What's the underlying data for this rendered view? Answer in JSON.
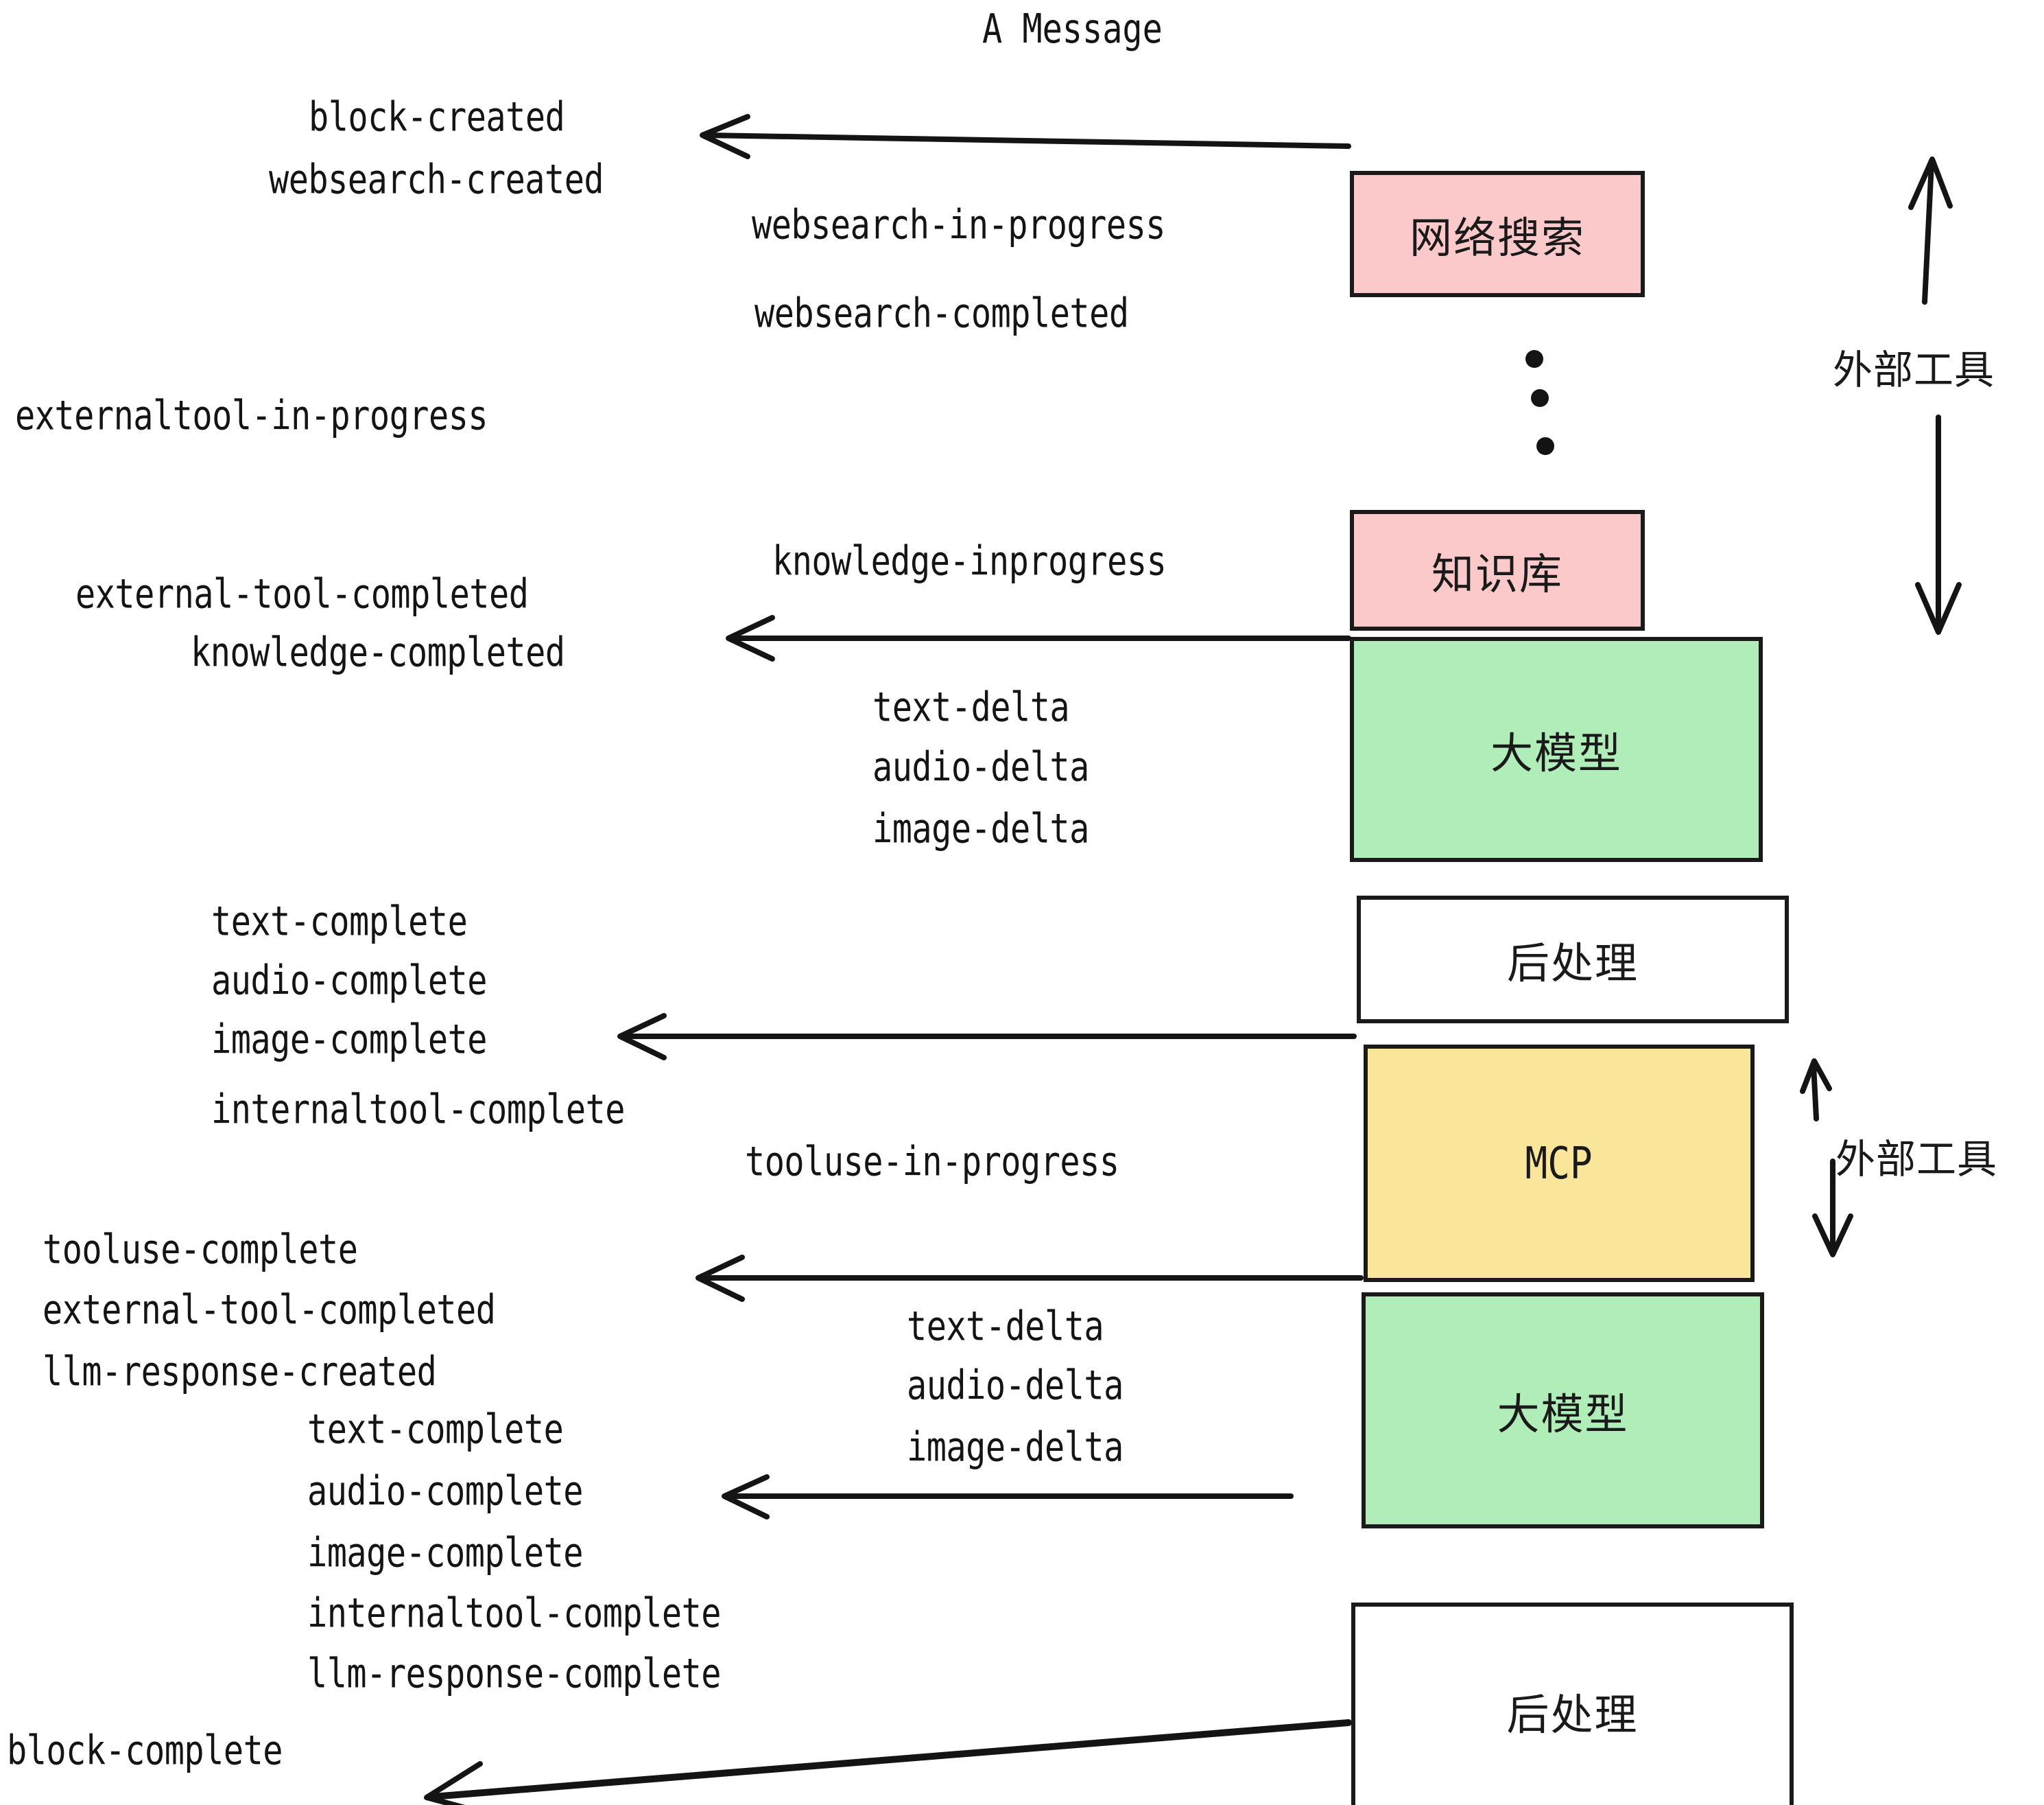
{
  "diagram": {
    "title": "A Message",
    "colors": {
      "websearch_fill": "#fbc9c9",
      "knowledge_fill": "#fbc9c9",
      "llm_fill": "#b0edb8",
      "mcp_fill": "#fae69a",
      "postprocess_fill": "#ffffff",
      "stroke": "#1a1a1a",
      "text": "#141414",
      "background": "#ffffff"
    },
    "nodes": [
      {
        "id": "websearch",
        "label": "网络搜索",
        "fill": "#fbc9c9",
        "script": "cjk"
      },
      {
        "id": "knowledge",
        "label": "知识库",
        "fill": "#fbc9c9",
        "script": "cjk"
      },
      {
        "id": "llm-1",
        "label": "大模型",
        "fill": "#b0edb8",
        "script": "cjk"
      },
      {
        "id": "postprocess-1",
        "label": "后处理",
        "fill": "#ffffff",
        "script": "cjk"
      },
      {
        "id": "mcp",
        "label": "MCP",
        "fill": "#fae69a",
        "script": "latin"
      },
      {
        "id": "llm-2",
        "label": "大模型",
        "fill": "#b0edb8",
        "script": "cjk"
      },
      {
        "id": "postprocess-2",
        "label": "后处理",
        "fill": "#ffffff",
        "script": "cjk"
      }
    ],
    "side_labels": [
      {
        "id": "external-tools-top",
        "label": "外部工具"
      },
      {
        "id": "external-tools-bottom",
        "label": "外部工具"
      }
    ],
    "events": [
      {
        "id": "block-created",
        "text": "block-created"
      },
      {
        "id": "websearch-created",
        "text": "websearch-created"
      },
      {
        "id": "websearch-in-progress",
        "text": "websearch-in-progress"
      },
      {
        "id": "websearch-completed",
        "text": "websearch-completed"
      },
      {
        "id": "externaltool-in-progress",
        "text": "externaltool-in-progress"
      },
      {
        "id": "knowledge-inprogress",
        "text": "knowledge-inprogress"
      },
      {
        "id": "external-tool-completed-1",
        "text": "external-tool-completed"
      },
      {
        "id": "knowledge-completed",
        "text": "knowledge-completed"
      },
      {
        "id": "text-delta-1",
        "text": "text-delta"
      },
      {
        "id": "audio-delta-1",
        "text": "audio-delta"
      },
      {
        "id": "image-delta-1",
        "text": "image-delta"
      },
      {
        "id": "text-complete-1",
        "text": "text-complete"
      },
      {
        "id": "audio-complete-1",
        "text": "audio-complete"
      },
      {
        "id": "image-complete-1",
        "text": "image-complete"
      },
      {
        "id": "internaltool-complete-1",
        "text": "internaltool-complete"
      },
      {
        "id": "tooluse-in-progress",
        "text": "tooluse-in-progress"
      },
      {
        "id": "tooluse-complete",
        "text": "tooluse-complete"
      },
      {
        "id": "external-tool-completed-2",
        "text": "external-tool-completed"
      },
      {
        "id": "llm-response-created",
        "text": "llm-response-created"
      },
      {
        "id": "text-delta-2",
        "text": "text-delta"
      },
      {
        "id": "audio-delta-2",
        "text": "audio-delta"
      },
      {
        "id": "image-delta-2",
        "text": "image-delta"
      },
      {
        "id": "text-complete-2",
        "text": "text-complete"
      },
      {
        "id": "audio-complete-2",
        "text": "audio-complete"
      },
      {
        "id": "image-complete-2",
        "text": "image-complete"
      },
      {
        "id": "internaltool-complete-2",
        "text": "internaltool-complete"
      },
      {
        "id": "llm-response-complete",
        "text": "llm-response-complete"
      },
      {
        "id": "block-complete",
        "text": "block-complete"
      }
    ]
  }
}
